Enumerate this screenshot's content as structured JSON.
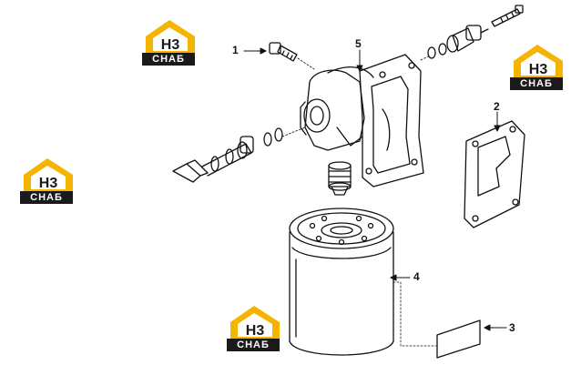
{
  "watermark": {
    "mark": "H3",
    "text": "СНАБ",
    "accent": "#f5b400",
    "dark": "#1a1a1a"
  },
  "callouts": [
    "1",
    "2",
    "3",
    "4",
    "5"
  ]
}
